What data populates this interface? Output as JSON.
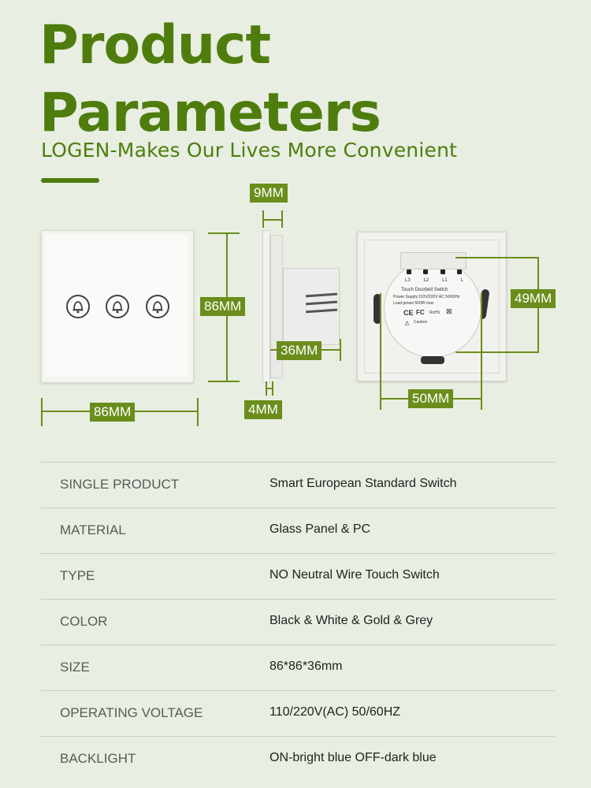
{
  "header": {
    "title_line1": "Product",
    "title_line2": "Parameters",
    "subtitle": "LOGEN-Makes Our Lives More Convenient"
  },
  "dimensions": {
    "front_height": "86MM",
    "front_width": "86MM",
    "side_top": "9MM",
    "side_depth": "36MM",
    "side_bottom": "4MM",
    "back_height": "49MM",
    "back_width": "50MM"
  },
  "back_label": {
    "terminals": [
      "L3",
      "L2",
      "L1",
      "L"
    ],
    "name": "Touch Doorbell Switch",
    "power": "Power Supply:110V/220V AC 50/60Hz",
    "load": "Load power:500W max",
    "caution": "Caution"
  },
  "specs": [
    {
      "key": "SINGLE PRODUCT",
      "value": "Smart European Standard Switch"
    },
    {
      "key": "MATERIAL",
      "value": "Glass Panel & PC"
    },
    {
      "key": "TYPE",
      "value": "NO Neutral Wire Touch Switch"
    },
    {
      "key": "COLOR",
      "value": "Black & White & Gold & Grey"
    },
    {
      "key": "SIZE",
      "value": "86*86*36mm"
    },
    {
      "key": "OPERATING VOLTAGE",
      "value": "110/220V(AC) 50/60HZ"
    },
    {
      "key": "BACKLIGHT",
      "value": "ON-bright blue OFF-dark blue"
    }
  ]
}
